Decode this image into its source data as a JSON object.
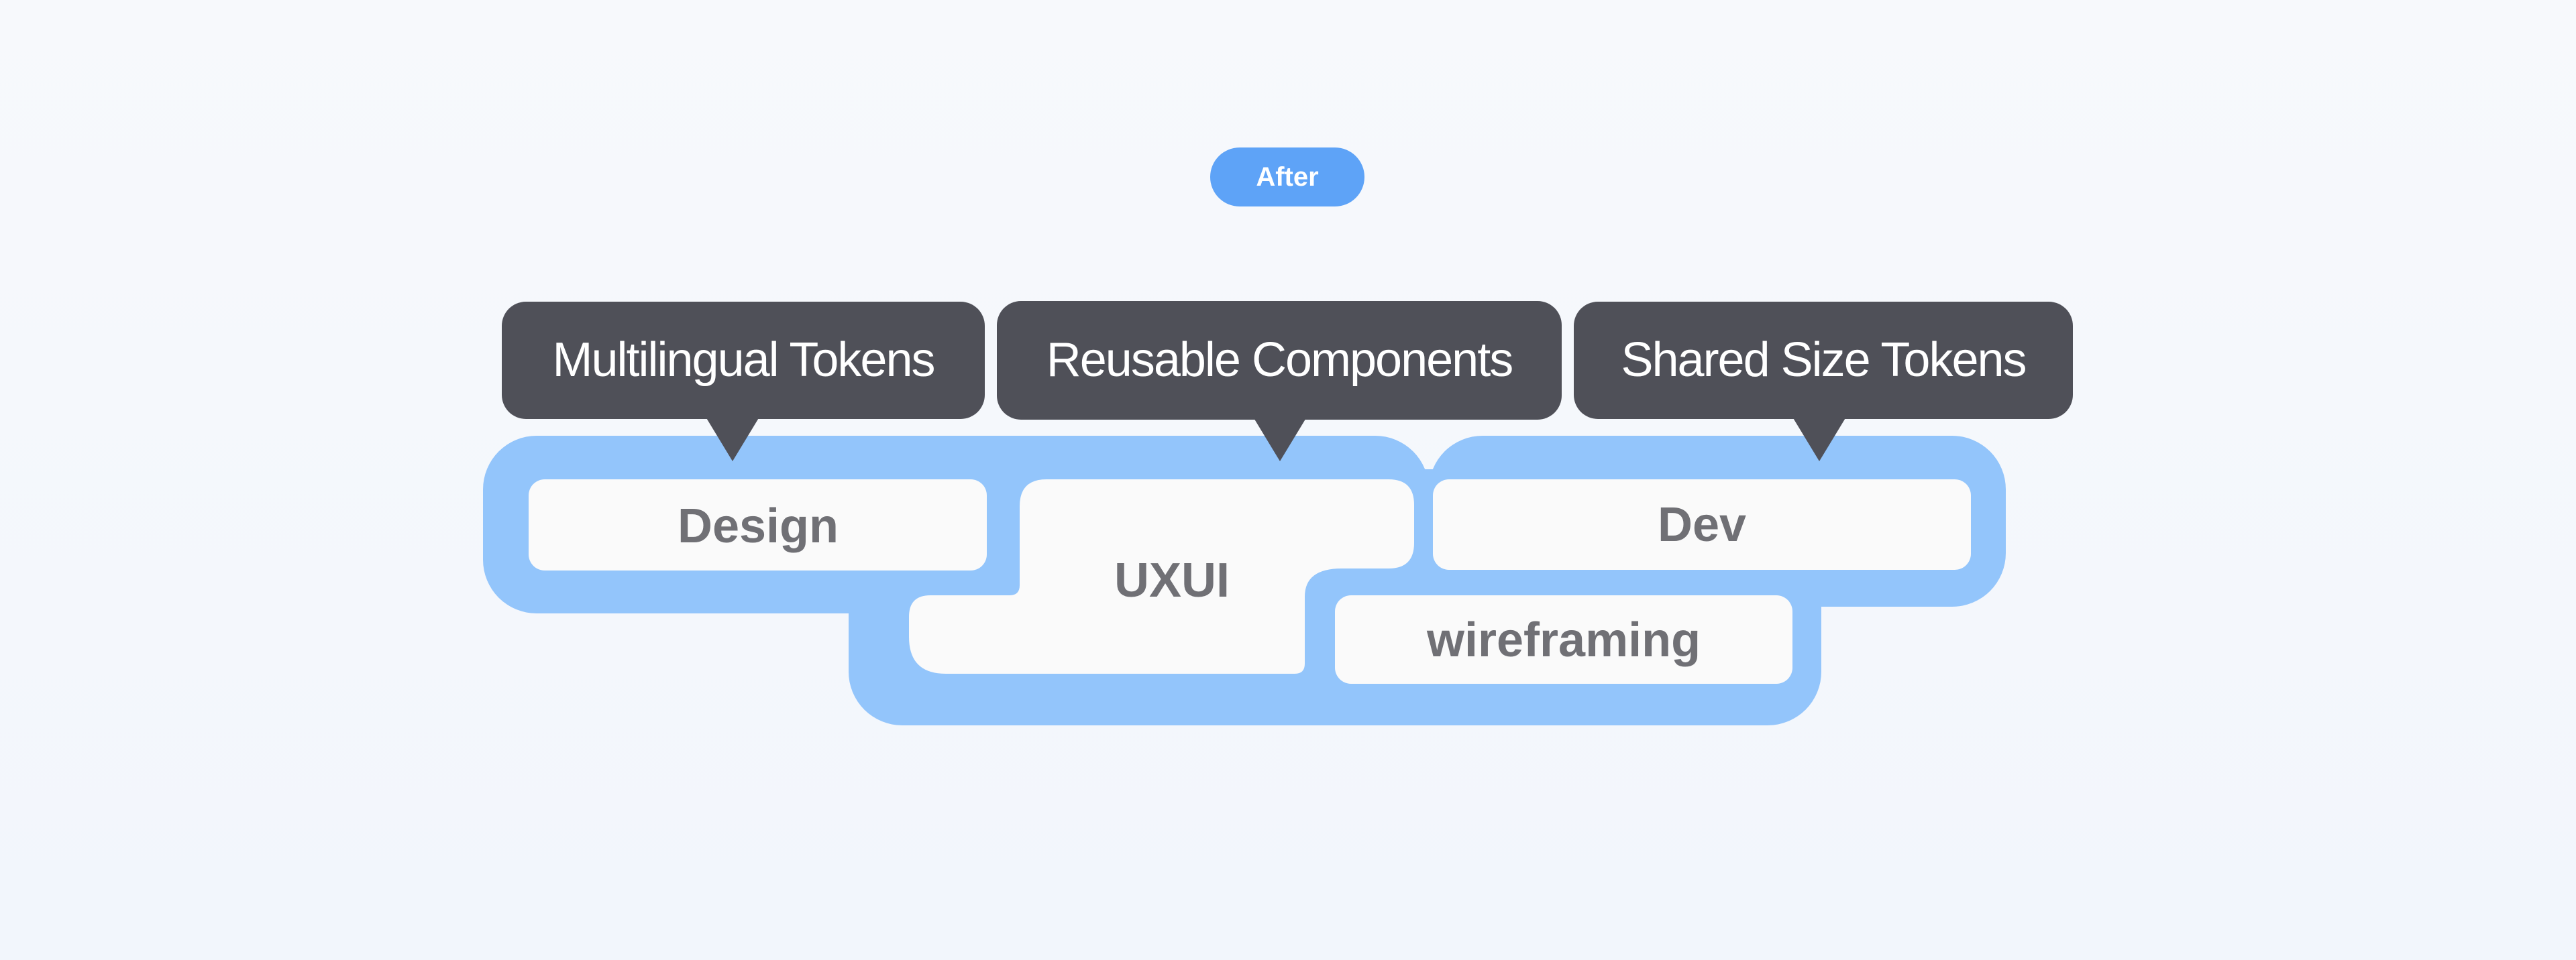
{
  "badge": {
    "label": "After"
  },
  "callouts": [
    {
      "label": "Multilingual Tokens"
    },
    {
      "label": "Reusable Components"
    },
    {
      "label": "Shared Size Tokens"
    }
  ],
  "cards": {
    "design": "Design",
    "uxui": "UXUI",
    "dev": "Dev",
    "wireframing": "wireframing"
  },
  "colors": {
    "accent_blue": "#5ea3f7",
    "container_blue": "#93c5fb",
    "callout_dark": "#4f5058",
    "card_fill": "#fafafa",
    "card_text": "#707075",
    "white": "#ffffff"
  }
}
